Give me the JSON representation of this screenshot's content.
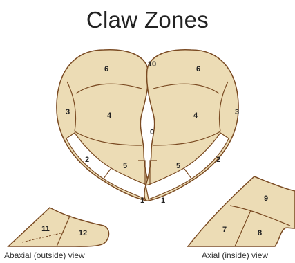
{
  "title": "Claw Zones",
  "zones": {
    "z1": "1",
    "z2": "2",
    "z3": "3",
    "z4": "4",
    "z5": "5",
    "z6": "6",
    "z7": "7",
    "z8": "8",
    "z9": "9",
    "z10": "10",
    "z11": "11",
    "z12": "12",
    "z0": "0"
  },
  "captions": {
    "abaxial": "Abaxial (outside) view",
    "axial": "Axial (inside) view"
  },
  "colors": {
    "fill": "#ecdcb5",
    "stroke": "#7a4a22",
    "white_line": "#ffffff"
  }
}
